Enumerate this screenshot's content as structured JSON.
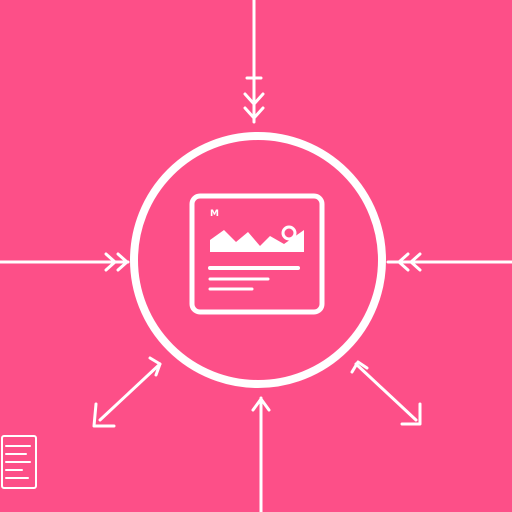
{
  "illustration": {
    "background_color": "#fd4f88",
    "line_color": "#ffffff",
    "central_icon": "image-card-icon",
    "card_tag": "M",
    "corner_icon": "document-lines-icon",
    "arrows": [
      {
        "name": "arrow-in-top",
        "direction": "inward"
      },
      {
        "name": "arrow-in-left",
        "direction": "inward"
      },
      {
        "name": "arrow-in-right",
        "direction": "inward"
      },
      {
        "name": "arrow-in-bottom",
        "direction": "inward"
      },
      {
        "name": "arrow-out-lower-left",
        "direction": "outward"
      },
      {
        "name": "arrow-out-lower-right",
        "direction": "outward"
      }
    ]
  }
}
